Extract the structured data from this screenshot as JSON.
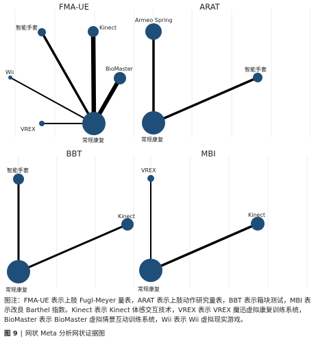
{
  "panels": [
    {
      "title": "FMA-UE",
      "nodes": [
        {
          "id": "zhineng",
          "label": "智能手套"
        },
        {
          "id": "kinect",
          "label": "Kinect"
        },
        {
          "id": "wii",
          "label": "Wii"
        },
        {
          "id": "biomaster",
          "label": "BioMaster"
        },
        {
          "id": "vrex",
          "label": "VREX"
        },
        {
          "id": "changgui",
          "label": "常规康复"
        }
      ],
      "edges": [
        {
          "from": "zhineng",
          "to": "changgui"
        },
        {
          "from": "kinect",
          "to": "changgui"
        },
        {
          "from": "wii",
          "to": "changgui"
        },
        {
          "from": "biomaster",
          "to": "changgui"
        },
        {
          "from": "vrex",
          "to": "changgui"
        }
      ]
    },
    {
      "title": "ARAT",
      "nodes": [
        {
          "id": "armeo",
          "label": "Armeo Spring"
        },
        {
          "id": "zhineng",
          "label": "智能手套"
        },
        {
          "id": "changgui",
          "label": "常规康复"
        }
      ],
      "edges": [
        {
          "from": "armeo",
          "to": "changgui"
        },
        {
          "from": "zhineng",
          "to": "changgui"
        }
      ]
    },
    {
      "title": "BBT",
      "nodes": [
        {
          "id": "zhineng",
          "label": "智能手套"
        },
        {
          "id": "kinect",
          "label": "Kinect"
        },
        {
          "id": "changgui",
          "label": "常规康复"
        }
      ],
      "edges": [
        {
          "from": "zhineng",
          "to": "changgui"
        },
        {
          "from": "kinect",
          "to": "changgui"
        }
      ]
    },
    {
      "title": "MBI",
      "nodes": [
        {
          "id": "vrex",
          "label": "VREX"
        },
        {
          "id": "kinect",
          "label": "Kinect"
        },
        {
          "id": "changgui",
          "label": "常规康复"
        }
      ],
      "edges": [
        {
          "from": "vrex",
          "to": "changgui"
        },
        {
          "from": "kinect",
          "to": "changgui"
        }
      ]
    }
  ],
  "caption": "图注：FMA-UE 表示上肢 Fugl-Meyer 量表，ARAT 表示上肢动作研究量表，BBT 表示箱块测试，MBI 表示改良 Barthel 指数。Kinect 表示 Kinect 体感交互技术，VREX 表示 VREX 魔迅虚拟康复训练系统，BioMaster 表示 BioMaster 虚拟情景互动训练系统，Wii 表示 Wii 虚拟现实游戏。",
  "figure_title": {
    "number": "图 9",
    "separator": "|",
    "text": "网状 Meta 分析网状证据图"
  },
  "colors": {
    "node": "#1f4e79",
    "edge": "#000000",
    "grid": "#ececec"
  }
}
